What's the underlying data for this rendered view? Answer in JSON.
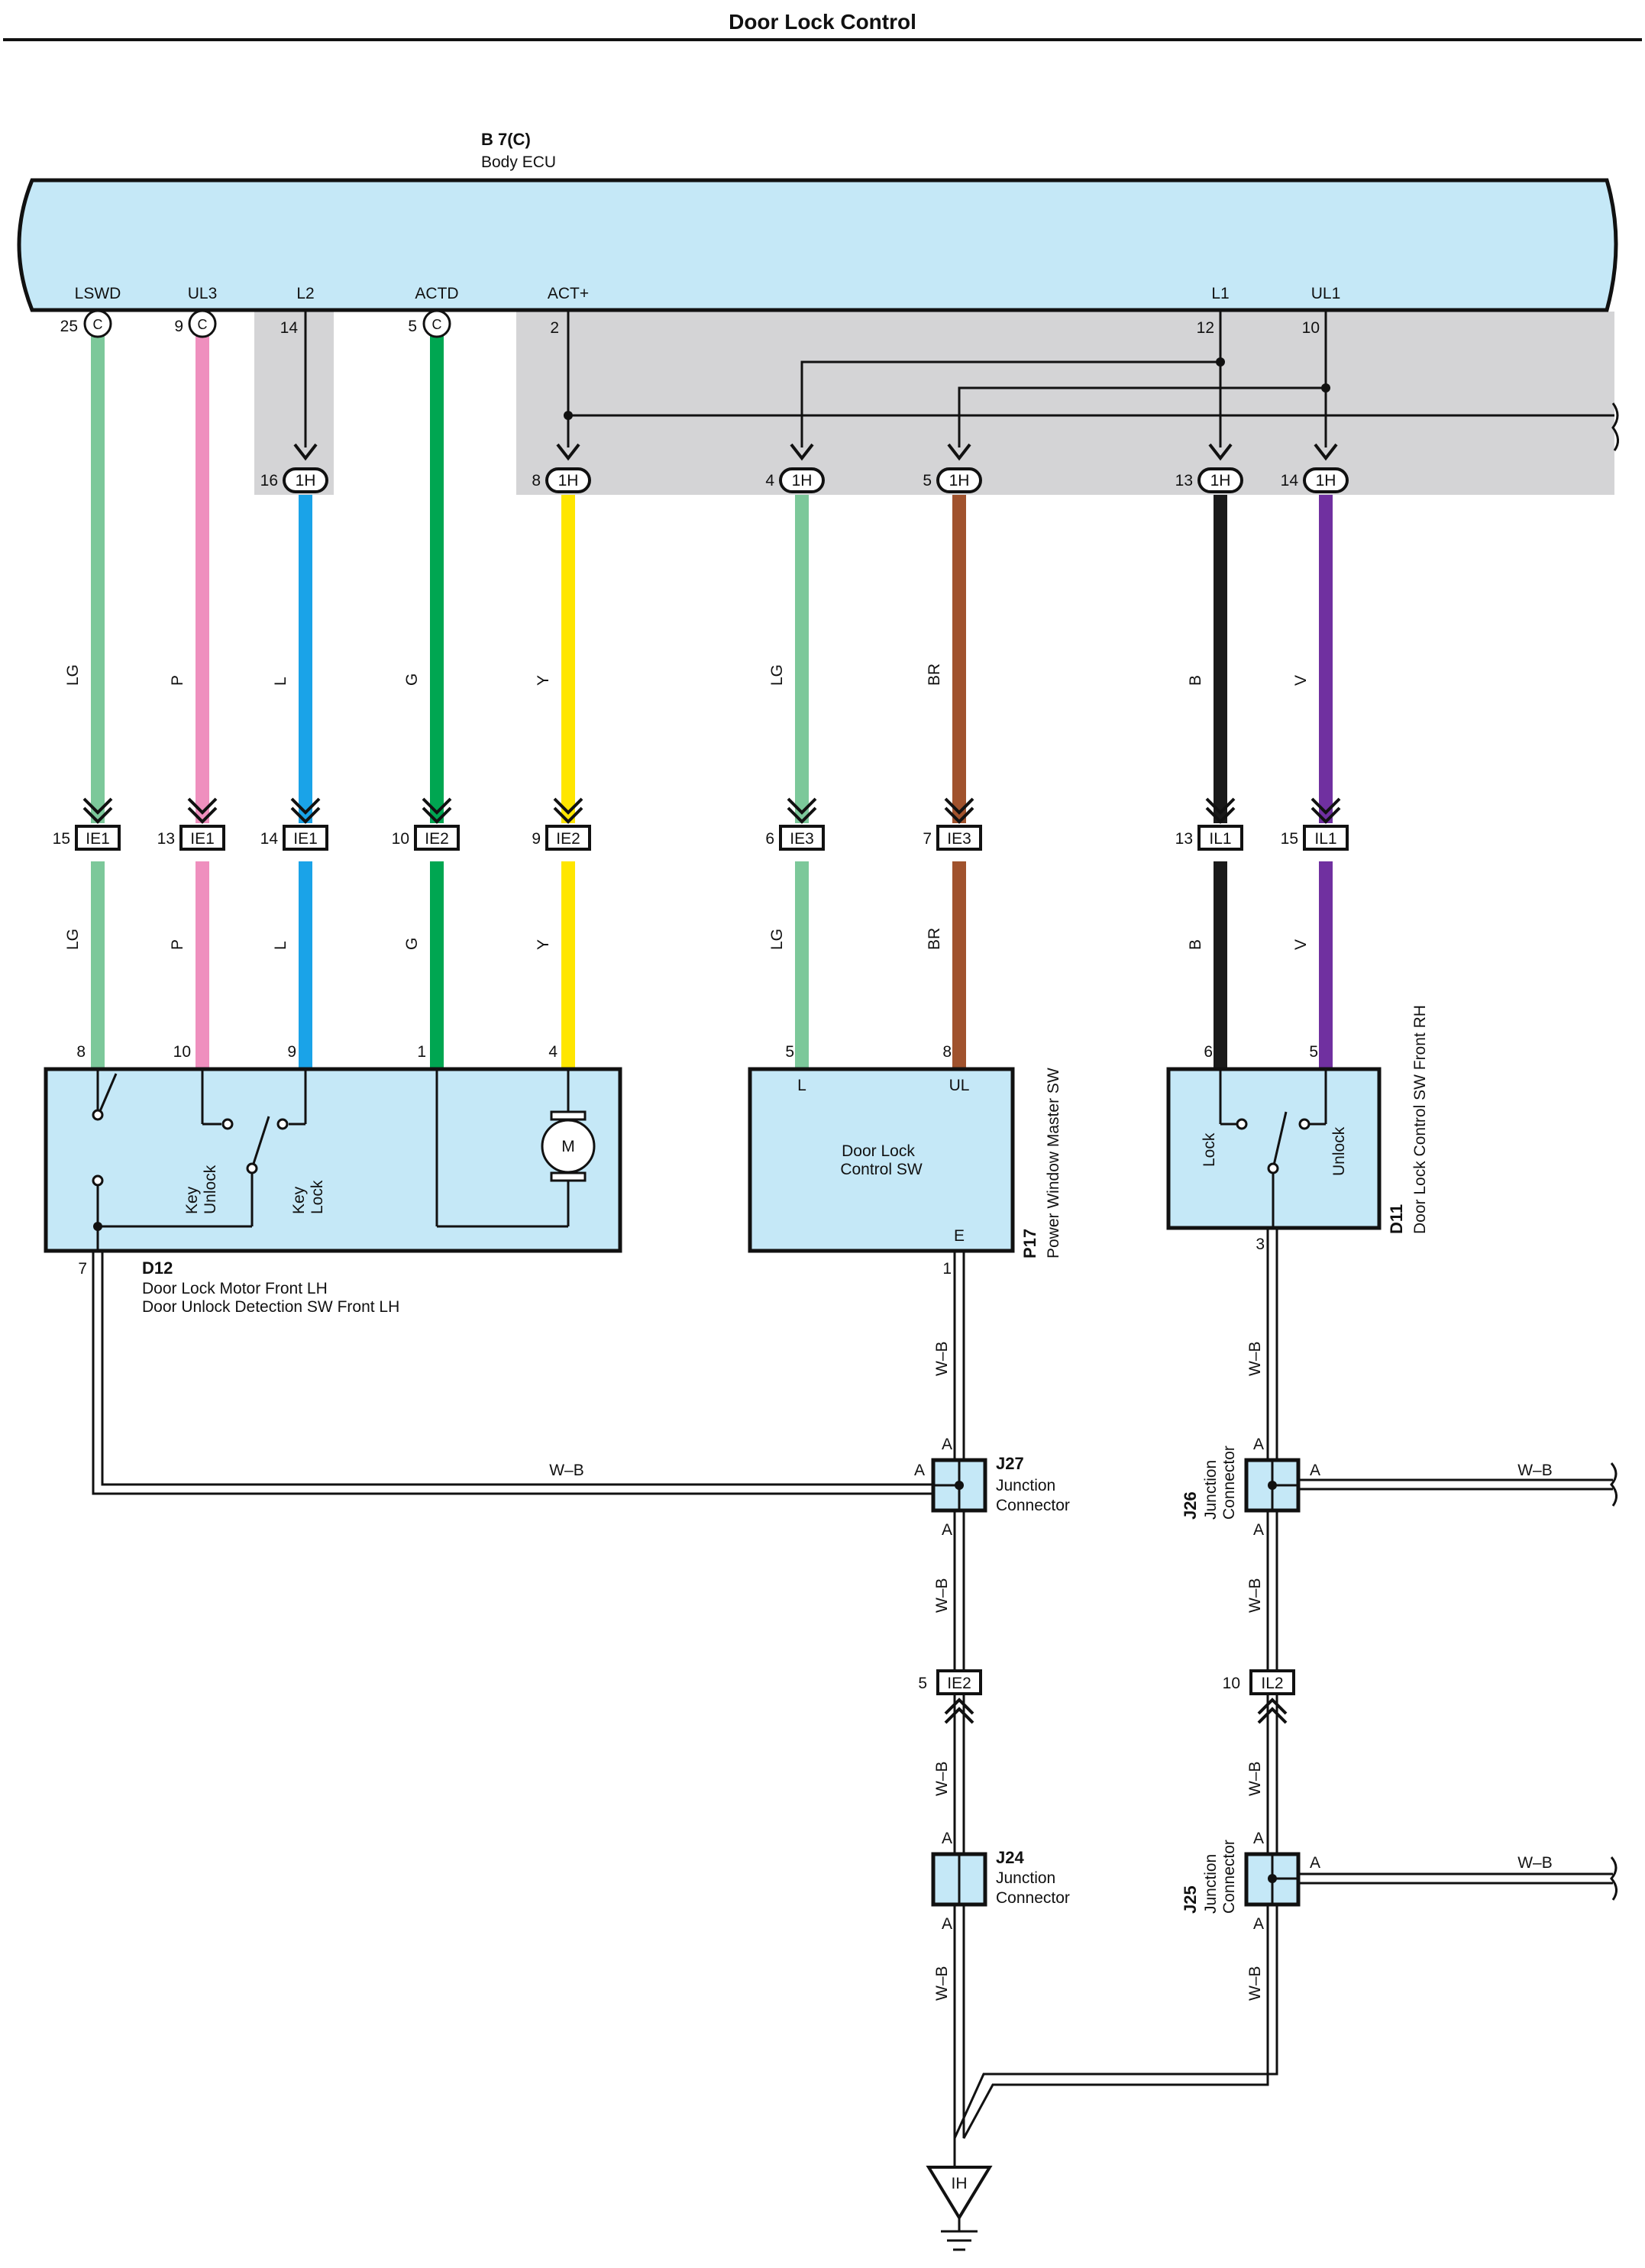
{
  "title": "Door Lock Control",
  "colors": {
    "LG": "#7cc89a",
    "P": "#ef8fbe",
    "L": "#1aa3e8",
    "G": "#00a651",
    "Y": "#ffe600",
    "BR": "#a0522d",
    "B": "#1a1a1a",
    "V": "#7030a0",
    "component_fill": "#c5e8f7",
    "shade": "#d4d4d6"
  },
  "ecu": {
    "code": "B 7(C)",
    "name": "Body ECU",
    "conn": "C",
    "terminals": [
      {
        "name": "LSWD",
        "pin": "25"
      },
      {
        "name": "UL3",
        "pin": "9"
      },
      {
        "name": "L2",
        "pin": "14"
      },
      {
        "name": "ACTD",
        "pin": "5"
      },
      {
        "name": "ACT+",
        "pin": "2"
      },
      {
        "name": "L1",
        "pin": "12"
      },
      {
        "name": "UL1",
        "pin": "10"
      }
    ]
  },
  "connectors_1h": [
    {
      "pin": "16",
      "code": "1H"
    },
    {
      "pin": "8",
      "code": "1H"
    },
    {
      "pin": "4",
      "code": "1H"
    },
    {
      "pin": "5",
      "code": "1H"
    },
    {
      "pin": "13",
      "code": "1H"
    },
    {
      "pin": "14",
      "code": "1H"
    }
  ],
  "wires": [
    {
      "upper": "LG",
      "lower": "LG",
      "jpin": "15",
      "jcode": "IE1",
      "cpin": "8"
    },
    {
      "upper": "P",
      "lower": "P",
      "jpin": "13",
      "jcode": "IE1",
      "cpin": "10"
    },
    {
      "upper": "L",
      "lower": "L",
      "jpin": "14",
      "jcode": "IE1",
      "cpin": "9"
    },
    {
      "upper": "G",
      "lower": "G",
      "jpin": "10",
      "jcode": "IE2",
      "cpin": "1"
    },
    {
      "upper": "Y",
      "lower": "Y",
      "jpin": "9",
      "jcode": "IE2",
      "cpin": "4"
    },
    {
      "upper": "LG",
      "lower": "LG",
      "jpin": "6",
      "jcode": "IE3",
      "cpin": "5"
    },
    {
      "upper": "BR",
      "lower": "BR",
      "jpin": "7",
      "jcode": "IE3",
      "cpin": "8"
    },
    {
      "upper": "B",
      "lower": "B",
      "jpin": "13",
      "jcode": "IL1",
      "cpin": "6"
    },
    {
      "upper": "V",
      "lower": "V",
      "jpin": "15",
      "jcode": "IL1",
      "cpin": "5"
    }
  ],
  "d12": {
    "code": "D12",
    "name1": "Door Lock Motor Front LH",
    "name2": "Door Unlock Detection SW Front LH",
    "pin_gnd": "7",
    "key_unlock1": "Key",
    "key_unlock2": "Unlock",
    "key_lock1": "Key",
    "key_lock2": "Lock",
    "motor": "M"
  },
  "p17": {
    "code": "P17",
    "name": "Power Window Master SW",
    "inner1": "Door Lock",
    "inner2": "Control SW",
    "term_l": "L",
    "term_ul": "UL",
    "term_e": "E",
    "pin_e": "1"
  },
  "d11": {
    "code": "D11",
    "name": "Door Lock Control SW Front RH",
    "lock": "Lock",
    "unlock": "Unlock",
    "pin_gnd": "3"
  },
  "ground_wire": "W–B",
  "j27": {
    "code": "J27",
    "name1": "Junction",
    "name2": "Connector",
    "pin": "A"
  },
  "j26": {
    "code": "J26",
    "name1": "Junction",
    "name2": "Connector",
    "pin": "A"
  },
  "j24": {
    "code": "J24",
    "name1": "Junction",
    "name2": "Connector",
    "pin": "A"
  },
  "j25": {
    "code": "J25",
    "name1": "Junction",
    "name2": "Connector",
    "pin": "A"
  },
  "ie2": {
    "pin": "5",
    "code": "IE2"
  },
  "il2": {
    "pin": "10",
    "code": "IL2"
  },
  "ground": {
    "code": "IH"
  }
}
